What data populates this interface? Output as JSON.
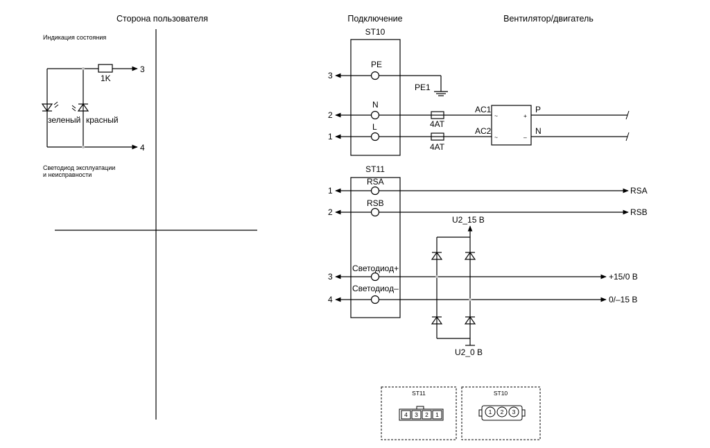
{
  "headers": {
    "user_side": "Сторона пользователя",
    "connection": "Подключение",
    "fan_motor": "Вентилятор/двигатель"
  },
  "user_side": {
    "status_indication": "Индикация состояния",
    "resistor": "1K",
    "terminal_3": "3",
    "terminal_4": "4",
    "led_green": "зеленый",
    "led_red": "красный",
    "led_note_line1": "Светодиод эксплуатации",
    "led_note_line2": "и неисправности"
  },
  "st10": {
    "title": "ST10",
    "pins": [
      {
        "number": "3",
        "label": "PE"
      },
      {
        "number": "2",
        "label": "N"
      },
      {
        "number": "1",
        "label": "L"
      }
    ],
    "ground_label": "PE1",
    "fuses": [
      "4AT",
      "4AT"
    ],
    "ac_labels": [
      "AC1",
      "AC2"
    ],
    "rectifier_pins": {
      "ac_top": "~",
      "ac_bottom": "~",
      "plus": "+",
      "minus": "–"
    },
    "outputs": [
      "P",
      "N"
    ]
  },
  "st11": {
    "title": "ST11",
    "pins": [
      {
        "number": "1",
        "label": "RSA",
        "out": "RSA"
      },
      {
        "number": "2",
        "label": "RSB",
        "out": "RSB"
      },
      {
        "number": "3",
        "label": "Светодиод+",
        "out": "+15/0 В"
      },
      {
        "number": "4",
        "label": "Светодиод–",
        "out": "0/–15 В"
      }
    ],
    "u2_top": "U2_15 В",
    "u2_bottom": "U2_0 В"
  },
  "connectors": {
    "st11": {
      "title": "ST11",
      "pins": [
        "4",
        "3",
        "2",
        "1"
      ]
    },
    "st10": {
      "title": "ST10",
      "pins": [
        "1",
        "2",
        "3"
      ]
    }
  }
}
